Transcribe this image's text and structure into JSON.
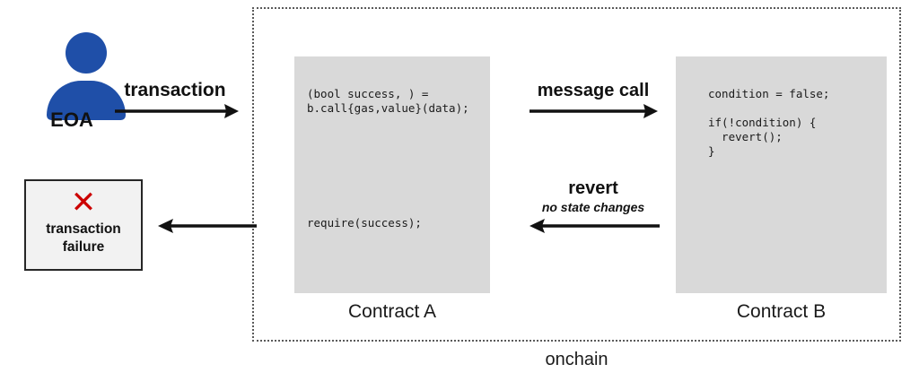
{
  "diagram": {
    "container": {
      "label": "onchain",
      "border_style": "dotted"
    },
    "actor": {
      "icon": "person-icon",
      "label": "EOA",
      "color": "#1f4fa8"
    },
    "failure": {
      "icon": "red-x-icon",
      "icon_glyph": "✕",
      "line1": "transaction",
      "line2": "failure",
      "accent_color": "#cc0000",
      "fill": "#f2f2f2"
    },
    "contracts": [
      {
        "name": "Contract A",
        "fill": "#d9d9d9",
        "code_top": "(bool success, ) =\nb.call{gas,value}(data);",
        "code_bottom": "require(success);"
      },
      {
        "name": "Contract B",
        "fill": "#d9d9d9",
        "code_top": "condition = false;\n\nif(!condition) {\n  revert();\n}",
        "code_bottom": ""
      }
    ],
    "arrows": [
      {
        "id": "transaction",
        "label": "transaction",
        "sublabel": "",
        "direction": "right",
        "from": "EOA",
        "to": "Contract A"
      },
      {
        "id": "message-call",
        "label": "message call",
        "sublabel": "",
        "direction": "right",
        "from": "Contract A",
        "to": "Contract B"
      },
      {
        "id": "revert",
        "label": "revert",
        "sublabel": "no state changes",
        "direction": "left",
        "from": "Contract B",
        "to": "Contract A"
      },
      {
        "id": "failure",
        "label": "",
        "sublabel": "",
        "direction": "left",
        "from": "Contract A",
        "to": "transaction failure"
      }
    ]
  }
}
